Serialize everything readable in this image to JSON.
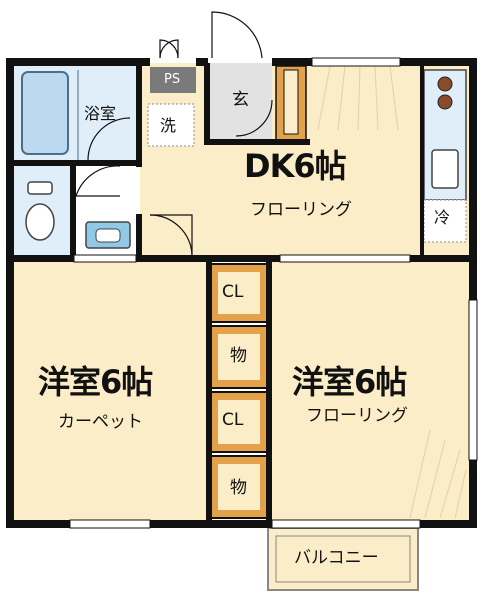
{
  "floorplan": {
    "colors": {
      "wall": "#111111",
      "floor": "#fbedc7",
      "wet": "#dfeef8",
      "storage": "#e3a24a",
      "entrance": "#e2e2e2",
      "ps": "#7a7a7a",
      "balcony": "#fbedc7"
    },
    "rooms": {
      "dk": {
        "title": "DK6帖",
        "floor": "フローリング"
      },
      "western_left": {
        "title": "洋室6帖",
        "floor": "カーペット"
      },
      "western_right": {
        "title": "洋室6帖",
        "floor": "フローリング"
      },
      "bath": {
        "label": "浴室"
      },
      "laundry": {
        "label": "洗"
      },
      "ps": {
        "label": "PS"
      },
      "entrance": {
        "label": "玄"
      },
      "fridge": {
        "label": "冷"
      },
      "closet_1": {
        "label": "CL"
      },
      "storage_1": {
        "label": "物"
      },
      "closet_2": {
        "label": "CL"
      },
      "storage_2": {
        "label": "物"
      },
      "balcony": {
        "label": "バルコニー"
      }
    }
  }
}
